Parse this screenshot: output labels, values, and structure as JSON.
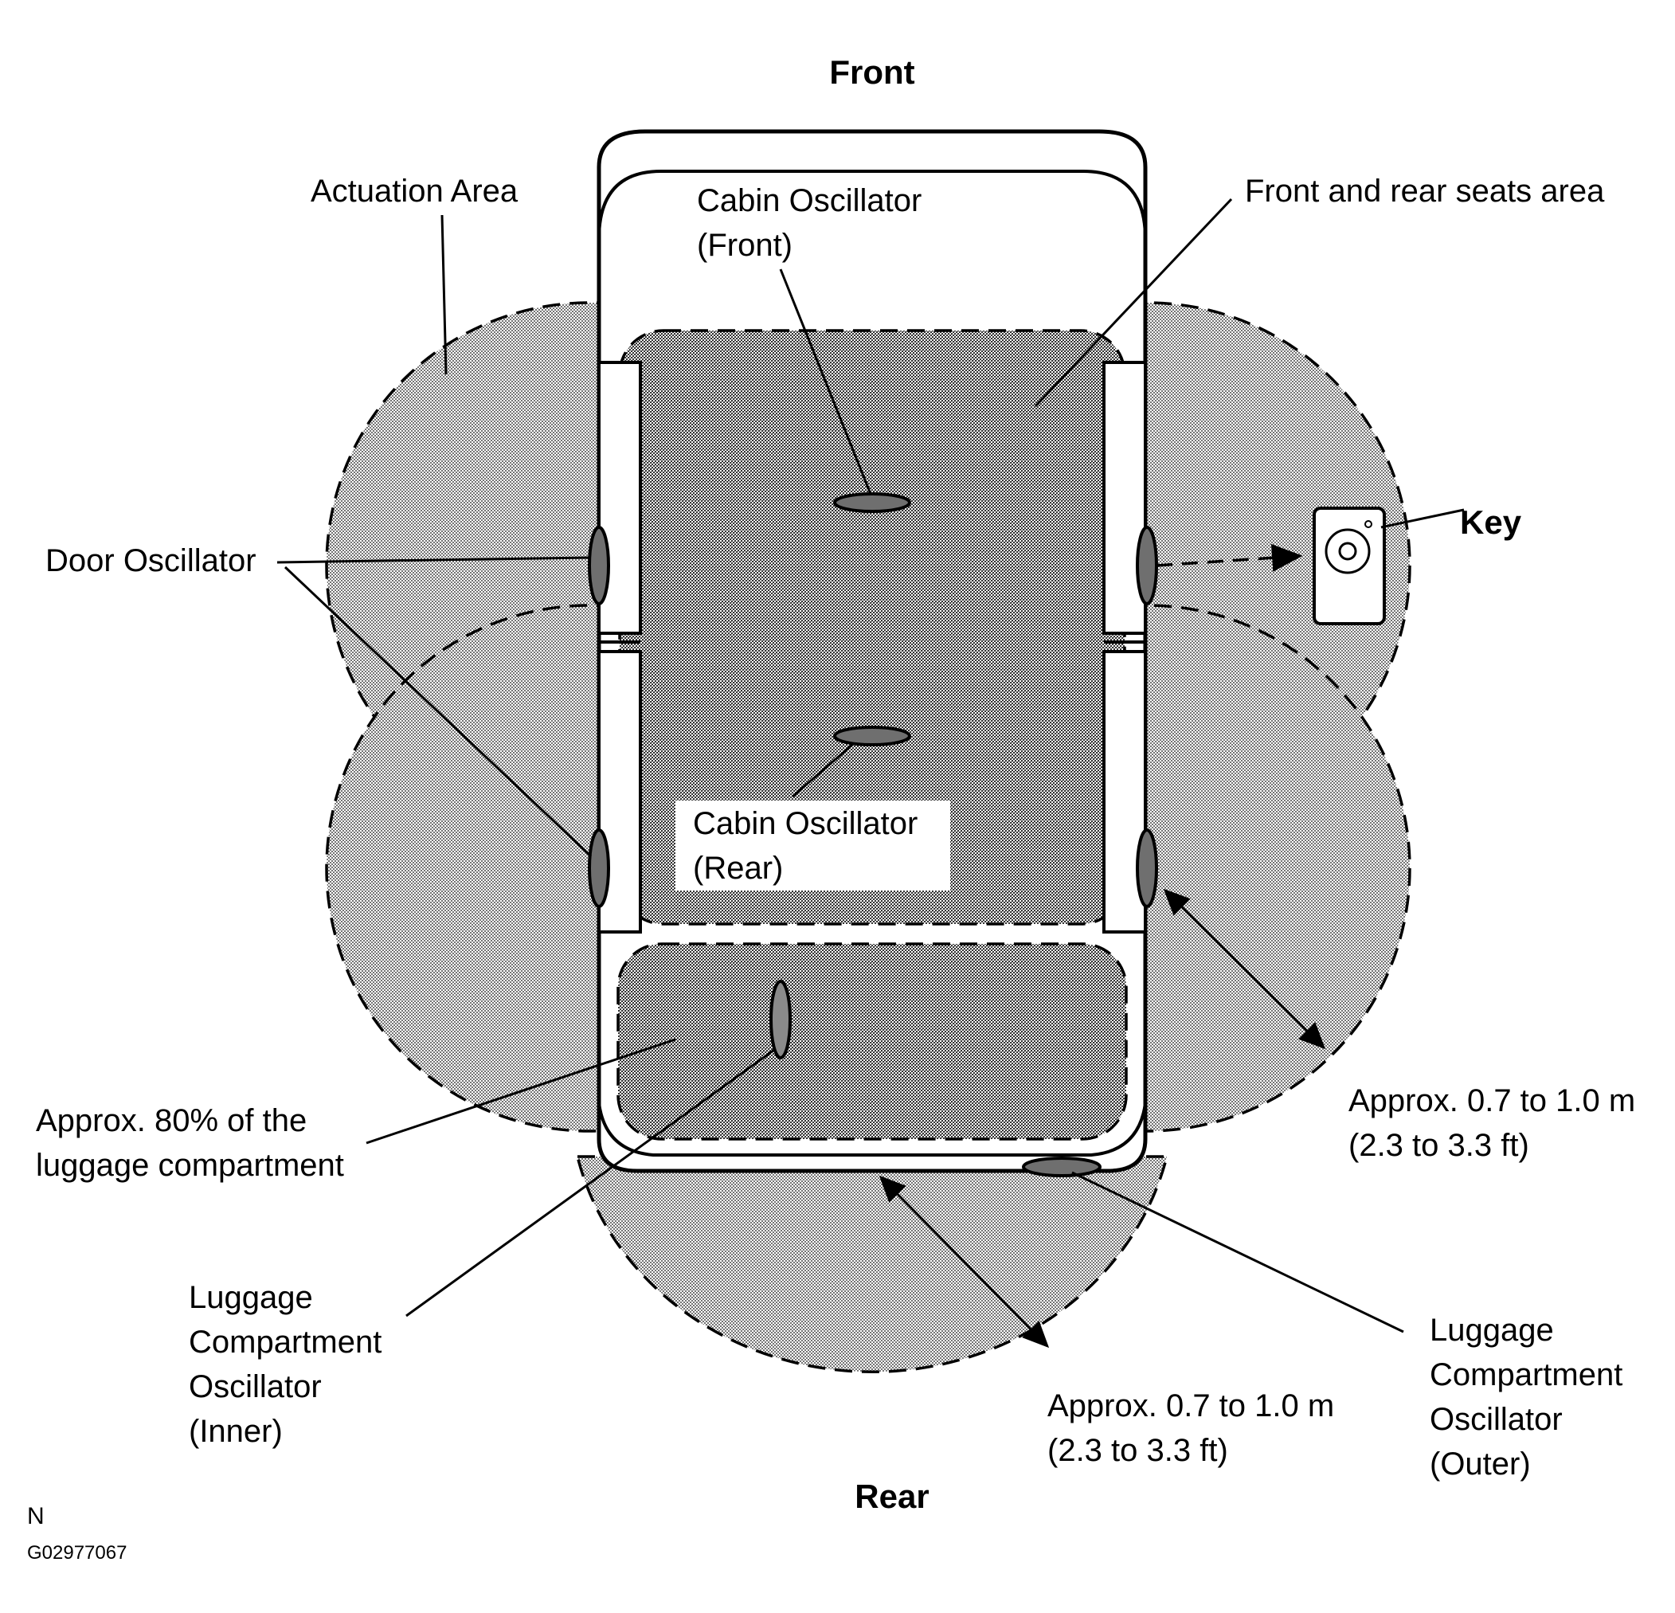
{
  "labels": {
    "front": "Front",
    "rear": "Rear",
    "actuation_area": "Actuation Area",
    "front_rear_seats_area": "Front and rear seats area",
    "cabin_osc_front_1": "Cabin Oscillator",
    "cabin_osc_front_2": "(Front)",
    "cabin_osc_rear_1": "Cabin Oscillator",
    "cabin_osc_rear_2": "(Rear)",
    "door_oscillator": "Door Oscillator",
    "key": "Key",
    "approx_side_1": "Approx. 0.7 to 1.0 m",
    "approx_side_2": "(2.3 to 3.3 ft)",
    "approx_rear_1": "Approx. 0.7 to 1.0 m",
    "approx_rear_2": "(2.3 to 3.3 ft)",
    "luggage_80_1": "Approx. 80% of the",
    "luggage_80_2": "luggage compartment",
    "luggage_inner_1": "Luggage",
    "luggage_inner_2": "Compartment",
    "luggage_inner_3": "Oscillator",
    "luggage_inner_4": "(Inner)",
    "luggage_outer_1": "Luggage",
    "luggage_outer_2": "Compartment",
    "luggage_outer_3": "Oscillator",
    "luggage_outer_4": "(Outer)",
    "north": "N",
    "figure_id": "G02977067"
  },
  "colors": {
    "dot_pattern": "#000000",
    "oscillator_fill": "#6f6f6f",
    "background": "#ffffff"
  }
}
